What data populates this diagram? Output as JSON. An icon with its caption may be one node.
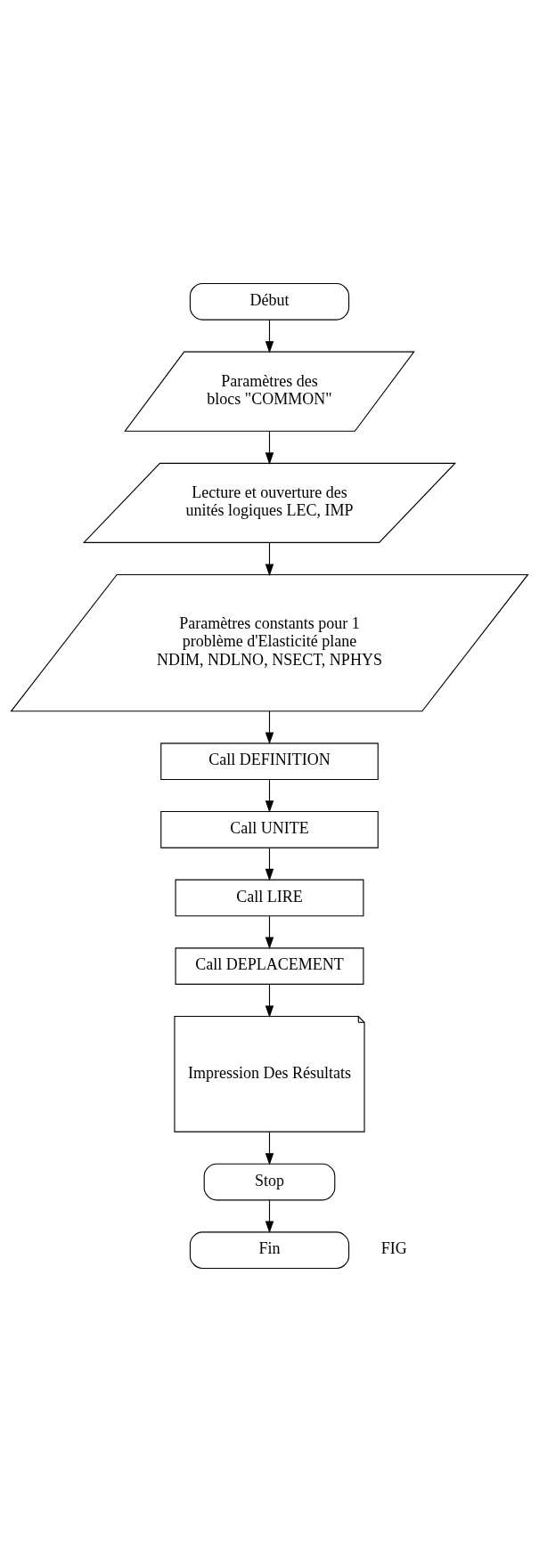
{
  "diagram": {
    "nodes": [
      {
        "text": [
          "Début"
        ]
      },
      {
        "text": [
          "Paramètres des blocs \"COMMON\""
        ]
      },
      {
        "text": [
          "Lecture et ouverture des unités logiques LEC, IMP"
        ]
      },
      {
        "text": [
          "Paramètres constants pour 1 problème d'Elasticité plane NDIM, NDLNO, NSECT, NPHYS"
        ]
      },
      {
        "text": [
          "Call DEFINITION"
        ]
      },
      {
        "text": [
          "Call UNITE"
        ]
      },
      {
        "text": [
          "Call LIRE"
        ]
      },
      {
        "text": [
          "Call DEPLACEMENT"
        ]
      },
      {
        "text": [
          "Impression Des Résultats"
        ]
      },
      {
        "text": [
          "Stop"
        ]
      },
      {
        "text": [
          "Fin"
        ]
      }
    ],
    "edges": [
      {
        "from": 0,
        "to": 1,
        "arrow": "to"
      },
      {
        "from": 1,
        "to": 2,
        "arrow": "to"
      },
      {
        "from": 2,
        "to": 3,
        "arrow": "to"
      },
      {
        "from": 3,
        "to": 4,
        "arrow": "to"
      },
      {
        "from": 4,
        "to": 5,
        "arrow": "to"
      },
      {
        "from": 5,
        "to": 6,
        "arrow": "to"
      },
      {
        "from": 6,
        "to": 7,
        "arrow": "to"
      },
      {
        "from": 7,
        "to": 8,
        "arrow": "to"
      },
      {
        "from": 8,
        "to": 9,
        "arrow": "to"
      },
      {
        "from": 9,
        "to": 10,
        "arrow": "to"
      }
    ],
    "labels": [
      "FIG"
    ]
  }
}
